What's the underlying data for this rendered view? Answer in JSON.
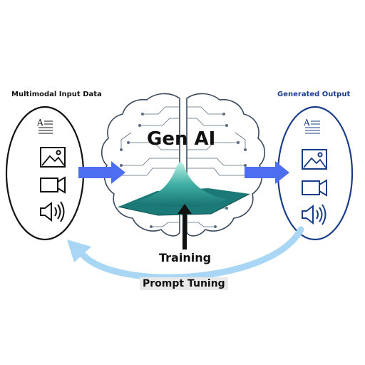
{
  "input_panel": {
    "title": "Multimodal Input Data",
    "icons": [
      "text-document-icon",
      "image-icon",
      "video-camera-icon",
      "speaker-audio-icon"
    ]
  },
  "output_panel": {
    "title": "Generated Output",
    "icons": [
      "text-document-icon",
      "image-icon",
      "video-camera-icon",
      "speaker-audio-icon"
    ]
  },
  "center": {
    "title": "Gen AI",
    "training_label": "Training",
    "prompt_label": "Prompt Tuning"
  },
  "colors": {
    "input_stroke": "#111111",
    "output_stroke": "#1a3d8a",
    "arrow_blue": "#4d6ef0",
    "feedback_arrow": "#a9d6f5",
    "surface_teal": "#1f8a86",
    "brain_lines": "#3a4a5c"
  }
}
